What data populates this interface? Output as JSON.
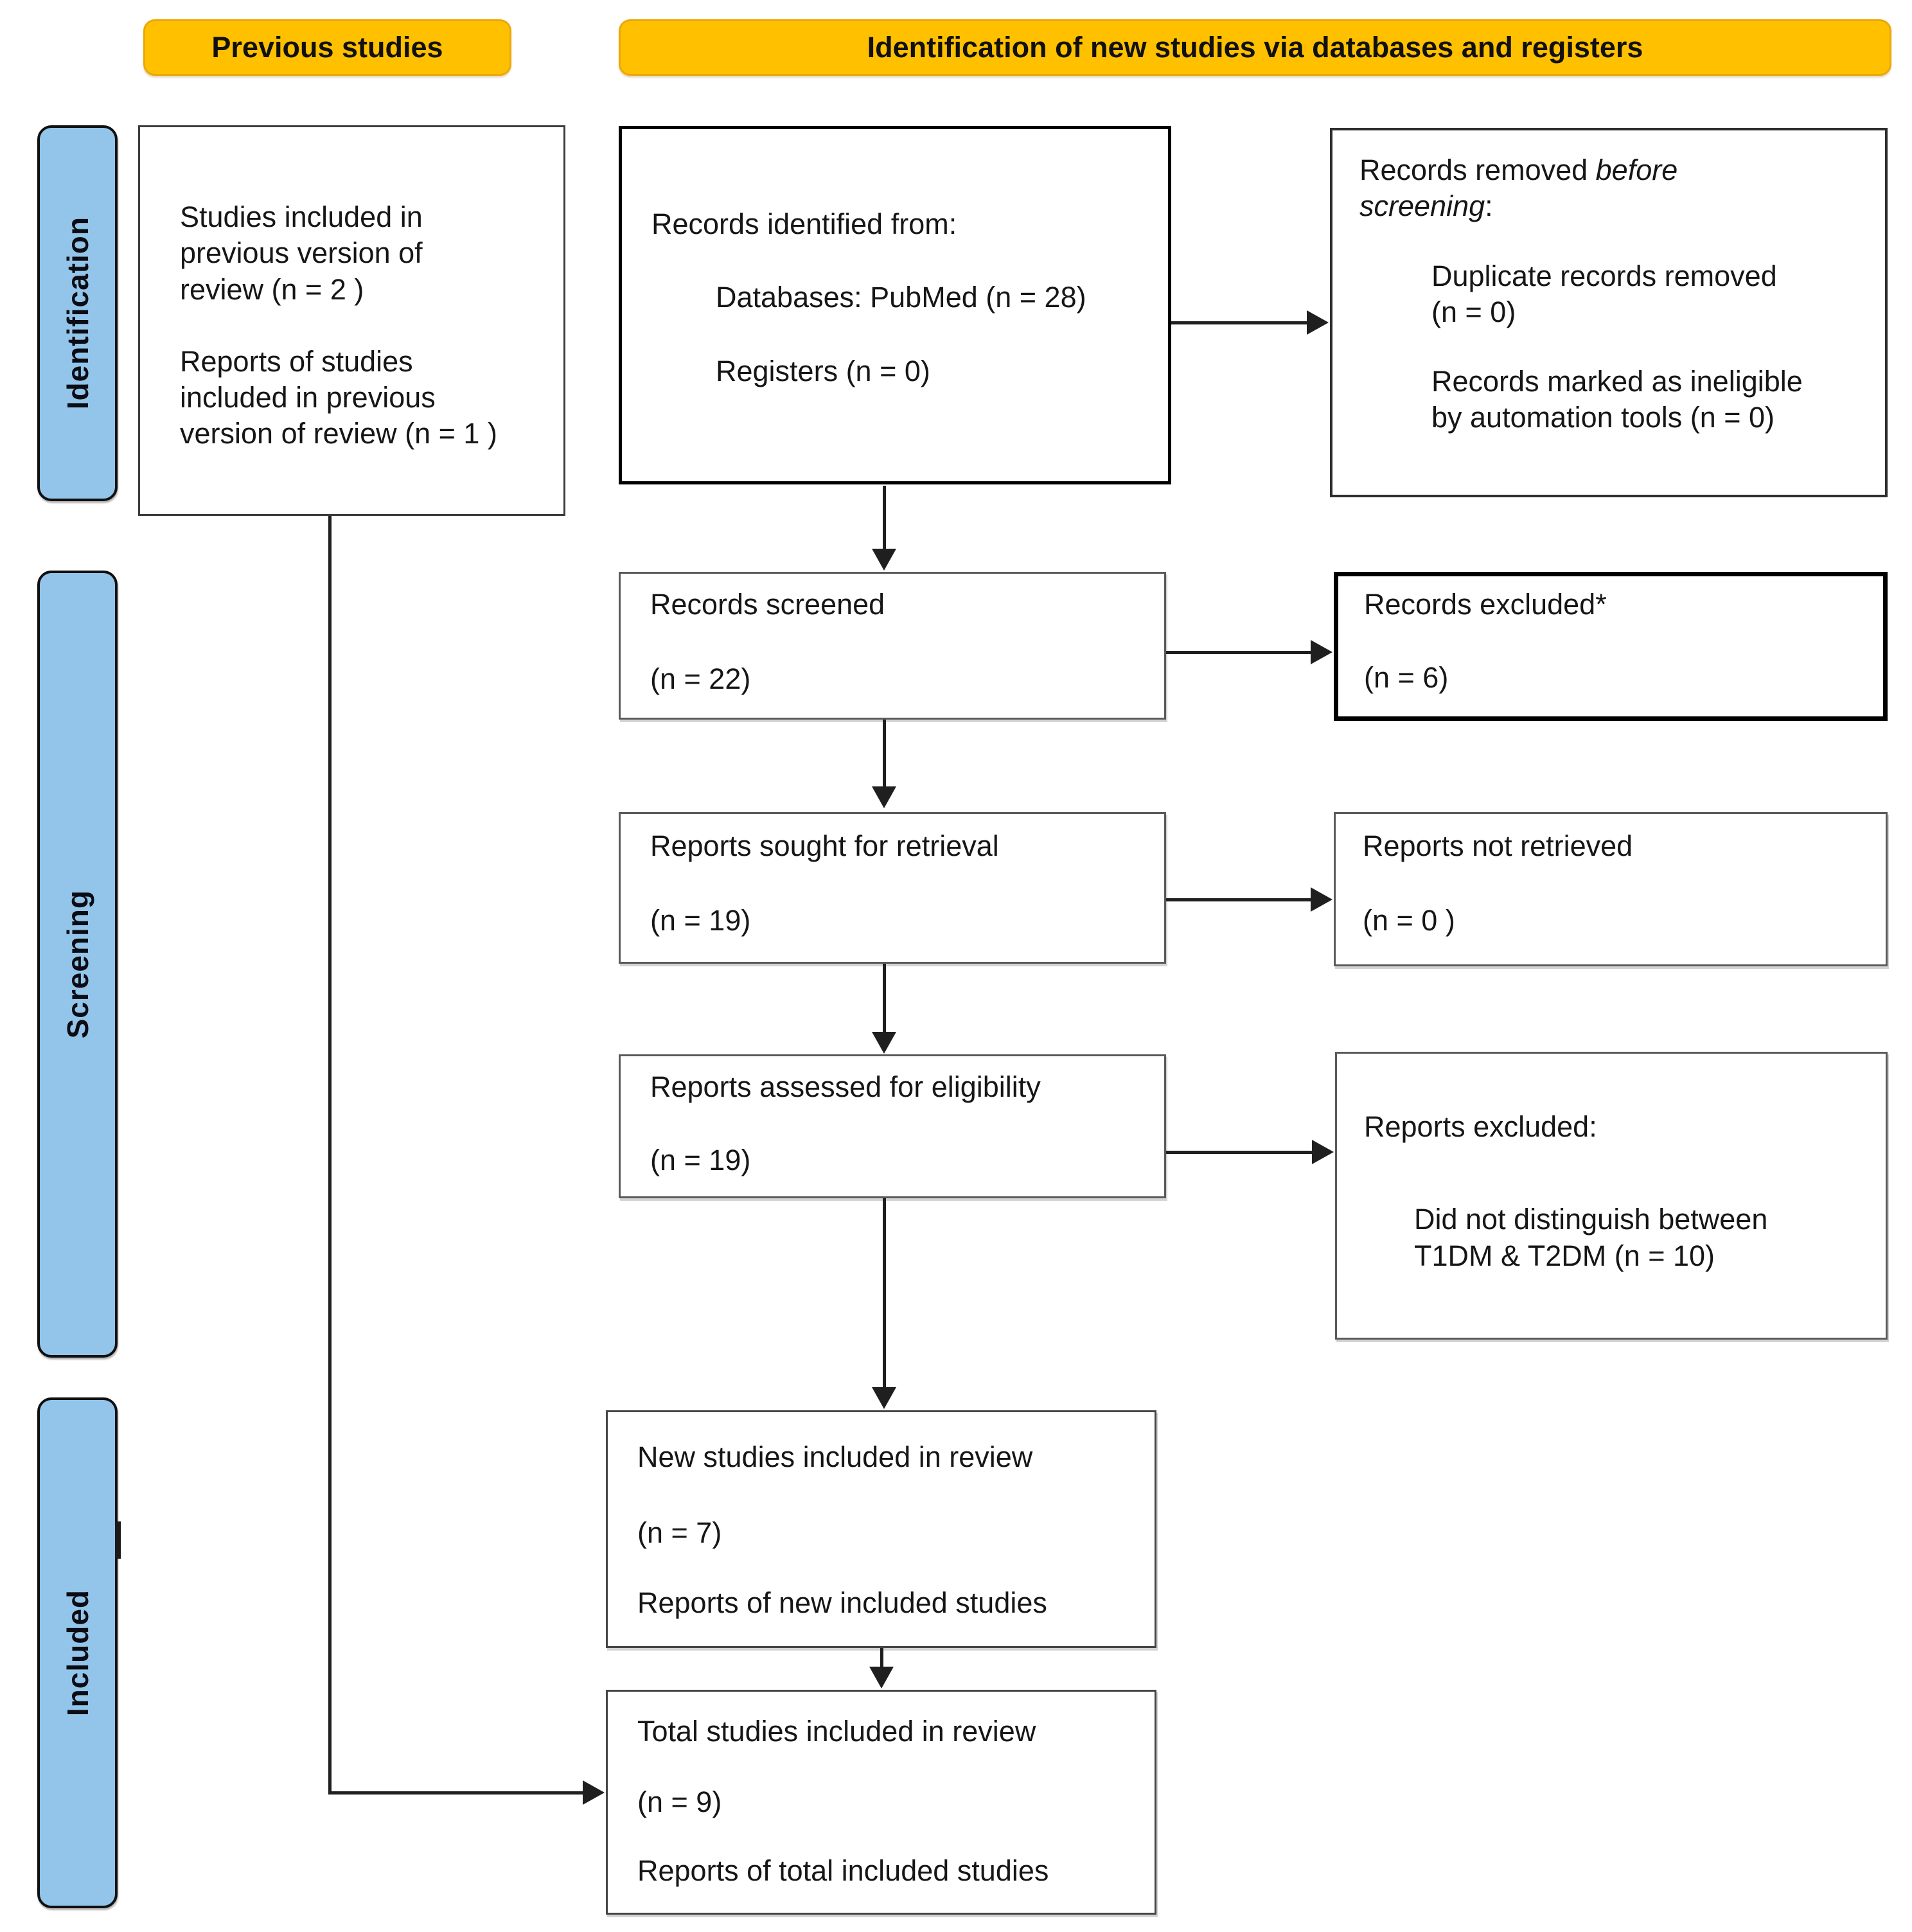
{
  "diagram": {
    "headers": {
      "previous": "Previous studies",
      "identification_new": "Identification  of new studies via databases and registers"
    },
    "stages": {
      "identification": "Identification",
      "screening": "Screening",
      "included": "Included"
    },
    "boxes": {
      "previous": {
        "l1": "Studies included in",
        "l2": "previous version of",
        "l3": "review (n = 2 )",
        "l4": "Reports of studies",
        "l5": "included in previous",
        "l6": "version of review (n = 1 )"
      },
      "identified": {
        "title": "Records identified from:",
        "item1": "Databases: PubMed (n = 28)",
        "item2": "Registers (n = 0)"
      },
      "removed": {
        "title_l1_normal": "Records removed ",
        "title_l1_italic": "before",
        "title_l2_italic": "screening",
        "title_l2_suffix": ":",
        "item1_l1": "Duplicate records removed",
        "item1_l2": "(n = 0)",
        "item2_l1": "Records marked as ineligible",
        "item2_l2": "by automation tools (n = 0)"
      },
      "screened": {
        "l1": "Records screened",
        "l2": "(n = 22)"
      },
      "excluded": {
        "l1": "Records excluded*",
        "l2": "(n = 6)"
      },
      "sought": {
        "l1": "Reports sought for retrieval",
        "l2": "(n = 19)"
      },
      "not_retrieved": {
        "l1": "Reports not retrieved",
        "l2": "(n = 0 )"
      },
      "assessed": {
        "l1": "Reports assessed for eligibility",
        "l2": "(n = 19)"
      },
      "reports_excluded": {
        "title": "Reports excluded:",
        "item_l1": "Did not distinguish between",
        "item_l2": "T1DM & T2DM (n = 10)"
      },
      "new_included": {
        "l1": "New studies included in review",
        "l2": "(n = 7)",
        "l3": "Reports of new included studies"
      },
      "total_included": {
        "l1": "Total studies included in review",
        "l2": "(n = 9)",
        "l3": "Reports of total included studies"
      }
    },
    "colors": {
      "header_bg": "#FFC000",
      "stage_bg": "#92C5E9",
      "arrow": "#1f1f1f"
    }
  }
}
